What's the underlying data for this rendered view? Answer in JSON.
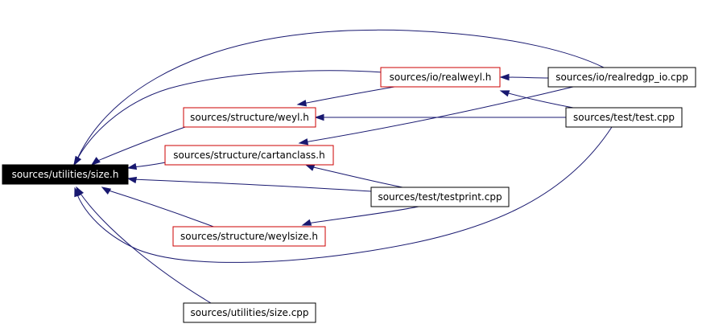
{
  "diagram": {
    "colors": {
      "edge": "#191970",
      "root_fill": "#000000",
      "root_text": "#ffffff",
      "documented_border": "#000000",
      "undocumented_border": "#cc0000",
      "node_fill": "#ffffff",
      "node_text": "#000000"
    },
    "nodes": [
      {
        "id": "size_h",
        "label": "sources/utilities/size.h",
        "style": "root"
      },
      {
        "id": "realweyl_h",
        "label": "sources/io/realweyl.h",
        "style": "red"
      },
      {
        "id": "weyl_h",
        "label": "sources/structure/weyl.h",
        "style": "red"
      },
      {
        "id": "cartanclass_h",
        "label": "sources/structure/cartanclass.h",
        "style": "red"
      },
      {
        "id": "weylsize_h",
        "label": "sources/structure/weylsize.h",
        "style": "red"
      },
      {
        "id": "realredgp_io_cpp",
        "label": "sources/io/realredgp_io.cpp",
        "style": "black"
      },
      {
        "id": "test_cpp",
        "label": "sources/test/test.cpp",
        "style": "black"
      },
      {
        "id": "testprint_cpp",
        "label": "sources/test/testprint.cpp",
        "style": "black"
      },
      {
        "id": "size_cpp",
        "label": "sources/utilities/size.cpp",
        "style": "black"
      }
    ],
    "edges": [
      {
        "from": "realredgp_io_cpp",
        "to": "size_h"
      },
      {
        "from": "realweyl_h",
        "to": "size_h"
      },
      {
        "from": "weyl_h",
        "to": "size_h"
      },
      {
        "from": "cartanclass_h",
        "to": "size_h"
      },
      {
        "from": "testprint_cpp",
        "to": "size_h"
      },
      {
        "from": "weylsize_h",
        "to": "size_h"
      },
      {
        "from": "test_cpp",
        "to": "size_h"
      },
      {
        "from": "size_cpp",
        "to": "size_h"
      },
      {
        "from": "realredgp_io_cpp",
        "to": "realweyl_h"
      },
      {
        "from": "test_cpp",
        "to": "realweyl_h"
      },
      {
        "from": "realweyl_h",
        "to": "weyl_h"
      },
      {
        "from": "test_cpp",
        "to": "weyl_h"
      },
      {
        "from": "realredgp_io_cpp",
        "to": "cartanclass_h"
      },
      {
        "from": "testprint_cpp",
        "to": "cartanclass_h"
      },
      {
        "from": "testprint_cpp",
        "to": "weylsize_h"
      }
    ]
  }
}
